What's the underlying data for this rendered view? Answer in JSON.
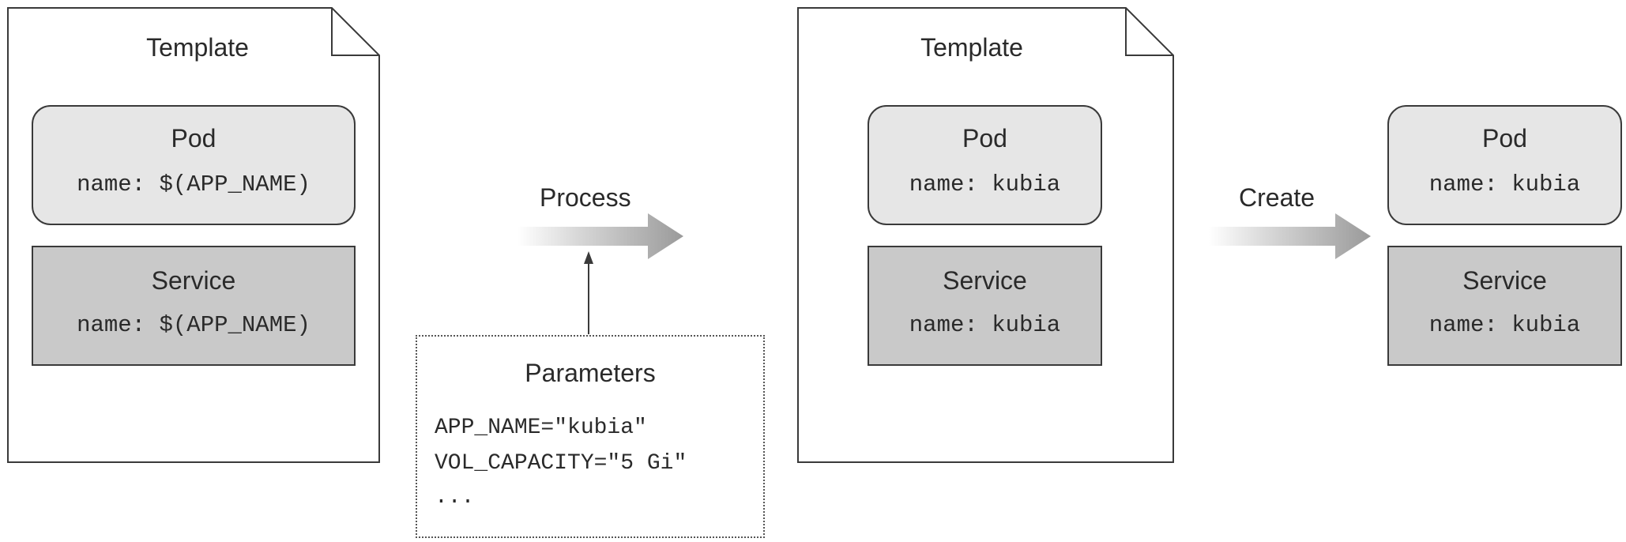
{
  "left_template": {
    "title": "Template",
    "pod": {
      "title": "Pod",
      "name": "name: $(APP_NAME)"
    },
    "service": {
      "title": "Service",
      "name": "name: $(APP_NAME)"
    }
  },
  "process": {
    "label": "Process"
  },
  "parameters": {
    "title": "Parameters",
    "lines": [
      "APP_NAME=\"kubia\"",
      "VOL_CAPACITY=\"5 Gi\"",
      "..."
    ]
  },
  "right_template": {
    "title": "Template",
    "pod": {
      "title": "Pod",
      "name": "name: kubia"
    },
    "service": {
      "title": "Service",
      "name": "name: kubia"
    }
  },
  "create": {
    "label": "Create"
  },
  "created": {
    "pod": {
      "title": "Pod",
      "name": "name: kubia"
    },
    "service": {
      "title": "Service",
      "name": "name: kubia"
    }
  },
  "colors": {
    "pod_fill": "#e6e6e6",
    "service_fill": "#c9c9c9",
    "outline": "#3a3a3a",
    "arrow": "#a9a9a9"
  }
}
